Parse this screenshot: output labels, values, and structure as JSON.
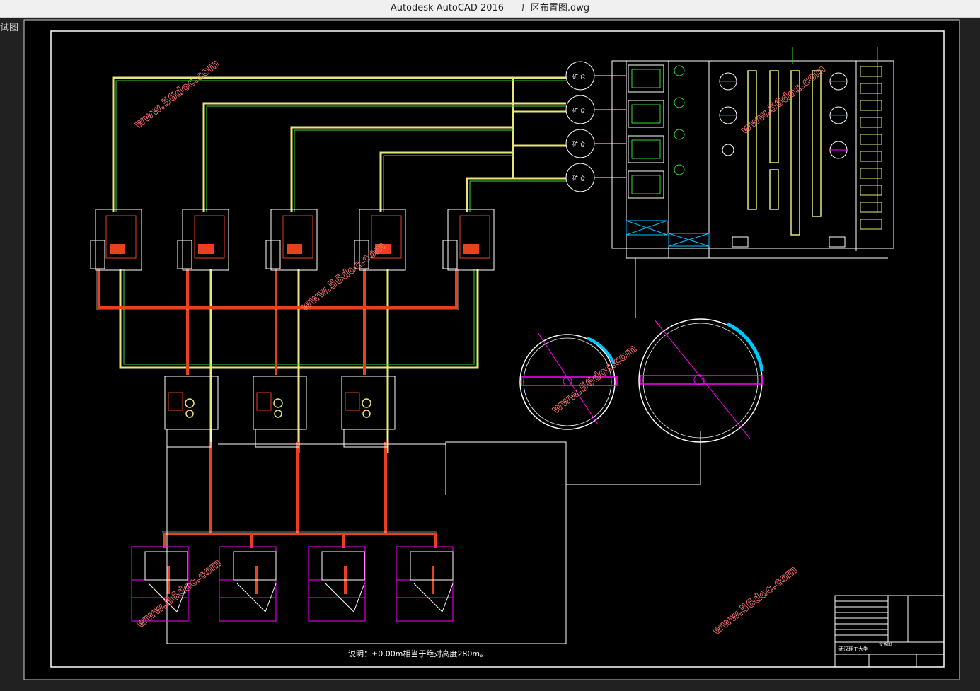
{
  "window": {
    "app_name": "Autodesk AutoCAD 2016",
    "file_name": "厂区布置图.dwg"
  },
  "viewport": {
    "corner_label": "试图"
  },
  "drawing": {
    "bin_label": "矿 仓",
    "note": "说明：±0.00m相当于绝对高度280m。",
    "watermark": "www.56doc.com",
    "title_block": {
      "school": "武汉理工大学",
      "drawing_name": "设备图"
    }
  },
  "colors": {
    "background": "#000000",
    "frame": "#ffffff",
    "yellow_pipe": "#e6e67a",
    "red_pipe": "#e84020",
    "green": "#33dd33",
    "magenta": "#ff00ff",
    "cyan": "#00c8ff",
    "watermark": "#ff7777"
  }
}
